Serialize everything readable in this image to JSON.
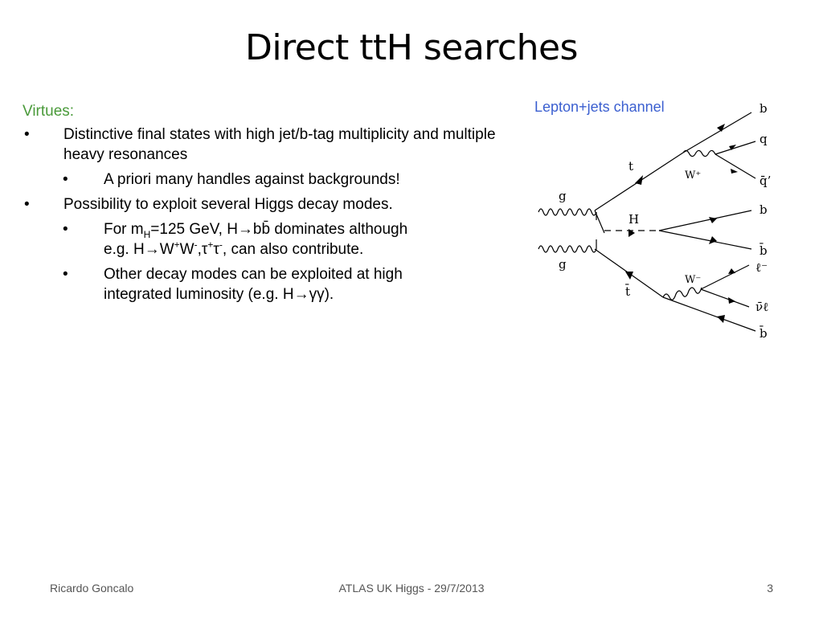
{
  "title": "Direct ttH searches",
  "virtues_heading": "Virtues:",
  "bullets": {
    "b1_text": "Distinctive final states with high jet/b-tag multiplicity and multiple heavy resonances",
    "b1_sub1": "A priori many handles against backgrounds!",
    "b2_text": "Possibility to exploit several Higgs decay modes.",
    "b2_sub1": {
      "line1_pre": "For m",
      "line1_sub": "H",
      "line1_mid": "=125 GeV, H",
      "arrow": "→",
      "line1_bb": "bb̄",
      "line1_post": " dominates although",
      "line2_pre": "e.g. H",
      "line2_ww": "W",
      "plus": "+",
      "line2_w": "W",
      "minus": "-",
      "line2_tau": ",τ",
      "line2_tau2": "τ",
      "line2_post": ", can also contribute."
    },
    "b2_sub2": {
      "line1": "Other decay modes can be exploited at high",
      "line2_pre": "integrated luminosity (e.g. H",
      "line2_post": "γγ)."
    }
  },
  "diagram": {
    "channel_title": "Lepton+jets channel",
    "labels": {
      "b_top": "b",
      "q": "q",
      "qbar_prime": "q̄’",
      "t": "t",
      "w_plus": "W⁺",
      "g_top": "g",
      "H": "H",
      "b_mid": "b",
      "bbar_mid": "b̄",
      "g_bot": "g",
      "w_minus": "W⁻",
      "lepton": "ℓ⁻",
      "tbar": "t̄",
      "nubar": "ν̄ℓ",
      "bbar_bot": "b̄"
    }
  },
  "footer": {
    "author": "Ricardo Goncalo",
    "event": "ATLAS UK Higgs - 29/7/2013",
    "page": "3"
  }
}
